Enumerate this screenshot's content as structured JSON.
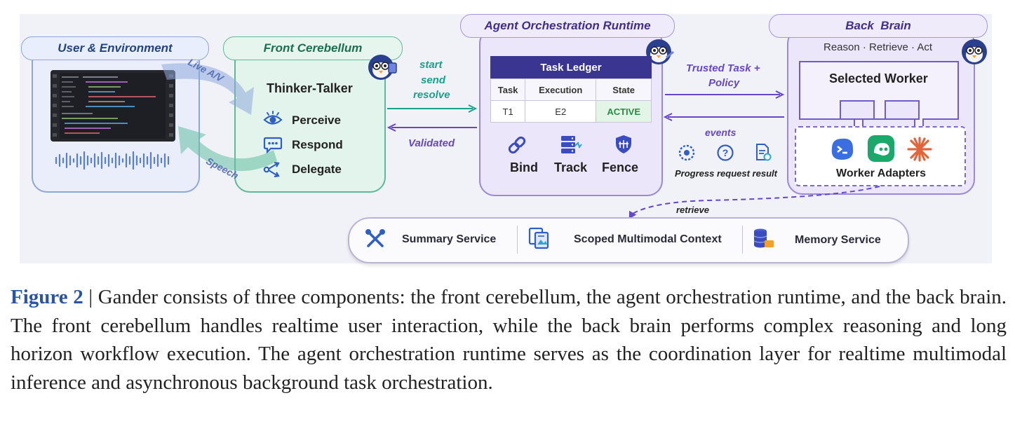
{
  "user_env": {
    "title": "User & Environment",
    "live_av": "Live A/V",
    "speech": "Speech"
  },
  "front_cerebellum": {
    "title": "Front Cerebellum",
    "subtitle": "Thinker-Talker",
    "items": [
      {
        "label": "Perceive",
        "icon": "eye-icon"
      },
      {
        "label": "Respond",
        "icon": "chat-bubble-icon"
      },
      {
        "label": "Delegate",
        "icon": "share-icon"
      }
    ]
  },
  "arrows": {
    "start_send_resolve": [
      "start",
      "send",
      "resolve"
    ],
    "validated": "Validated",
    "trusted_task_policy": [
      "Trusted Task +",
      "Policy"
    ],
    "events": "events",
    "retrieve": "retrieve"
  },
  "runtime": {
    "title": "Agent Orchestration Runtime",
    "ledger": {
      "title": "Task Ledger",
      "headers": [
        "Task",
        "Execution",
        "State"
      ],
      "row": [
        "T1",
        "E2",
        "ACTIVE"
      ]
    },
    "actions": [
      {
        "label": "Bind",
        "icon": "link-icon"
      },
      {
        "label": "Track",
        "icon": "server-stack-icon"
      },
      {
        "label": "Fence",
        "icon": "shield-icon"
      }
    ]
  },
  "events": {
    "label": "Progress request result",
    "icons": [
      "progress-icon",
      "question-icon",
      "result-doc-icon"
    ]
  },
  "back_brain": {
    "title": "Back  Brain",
    "subtitle": "Reason · Retrieve · Act",
    "selected_worker": "Selected Worker",
    "worker_adapters": "Worker Adapters",
    "adapter_icons": [
      "terminal-app-icon",
      "green-app-icon",
      "starburst-icon"
    ]
  },
  "services": [
    {
      "label": "Summary Service",
      "icon": "tools-icon"
    },
    {
      "label": "Scoped Multimodal Context",
      "icon": "multimodal-icon"
    },
    {
      "label": "Memory Service",
      "icon": "database-icon"
    }
  ],
  "caption": {
    "figure_label": "Figure 2",
    "separator": " | ",
    "text": "Gander consists of three components: the front cerebellum, the agent orchestration runtime, and the back brain. The front cerebellum handles realtime user interaction, while the back brain performs complex reasoning and long horizon workflow execution. The agent orchestration runtime serves as the coordination layer for realtime multimodal inference and asynchronous background task orchestration."
  },
  "colors": {
    "teal": "#1ba08e",
    "purple": "#6547c7",
    "navy": "#3a3590",
    "blue_header": "#24457c"
  }
}
